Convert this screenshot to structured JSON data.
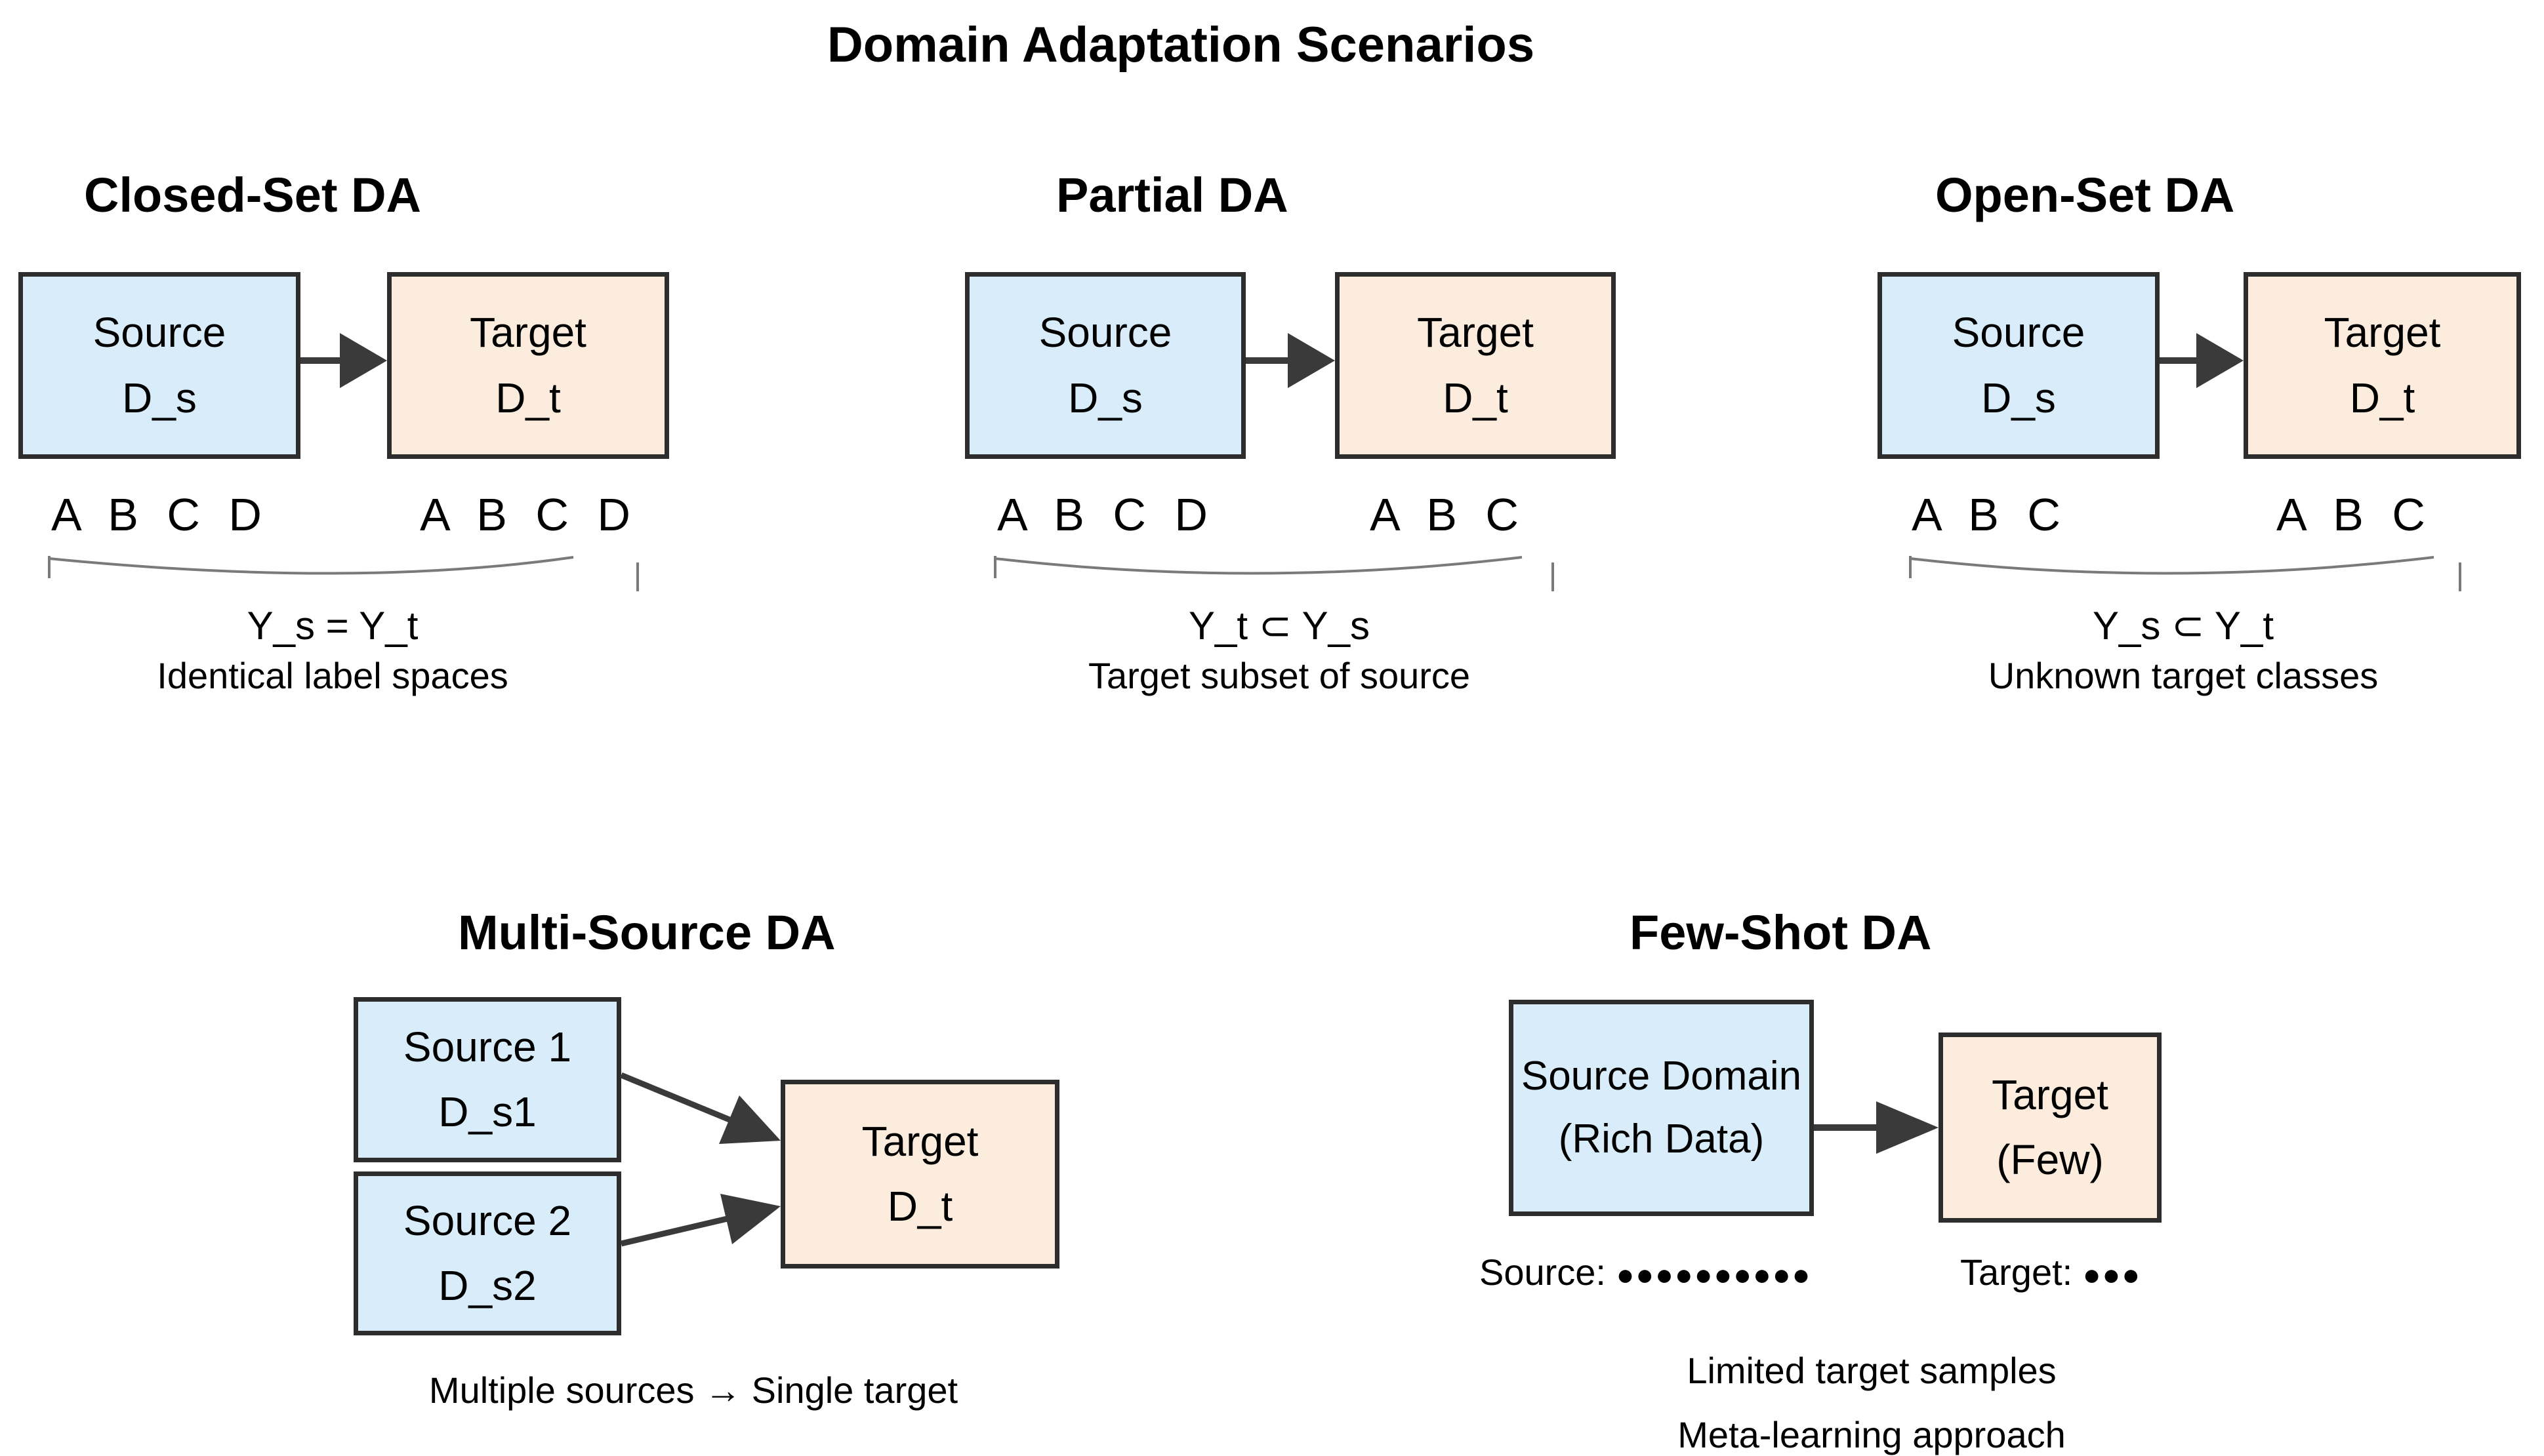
{
  "title": "Domain Adaptation Scenarios",
  "colors": {
    "source_box_fill": "#d8ecf9",
    "target_box_fill": "#fcecdd",
    "box_border": "#2d2d2d",
    "arrow": "#3a3a3a",
    "brace": "#7a7a7a",
    "text": "#000000",
    "background": "#ffffff"
  },
  "panels": {
    "closed_set": {
      "heading": "Closed-Set DA",
      "source": {
        "line1": "Source",
        "line2": "D_s"
      },
      "target": {
        "line1": "Target",
        "line2": "D_t"
      },
      "source_labels": "A B C D",
      "target_labels": "A B C D",
      "formula": "Y_s = Y_t",
      "caption": "Identical label spaces"
    },
    "partial": {
      "heading": "Partial DA",
      "source": {
        "line1": "Source",
        "line2": "D_s"
      },
      "target": {
        "line1": "Target",
        "line2": "D_t"
      },
      "source_labels": "A B C D",
      "target_labels": "A B C",
      "formula": "Y_t ⊂ Y_s",
      "caption": "Target subset of source"
    },
    "open_set": {
      "heading": "Open-Set DA",
      "source": {
        "line1": "Source",
        "line2": "D_s"
      },
      "target": {
        "line1": "Target",
        "line2": "D_t"
      },
      "source_labels": "A B C",
      "target_labels": "A B C",
      "formula": "Y_s ⊂ Y_t",
      "caption": "Unknown target classes"
    },
    "multi_source": {
      "heading": "Multi-Source DA",
      "source1": {
        "line1": "Source 1",
        "line2": "D_s1"
      },
      "source2": {
        "line1": "Source 2",
        "line2": "D_s2"
      },
      "target": {
        "line1": "Target",
        "line2": "D_t"
      },
      "caption": "Multiple sources → Single target"
    },
    "few_shot": {
      "heading": "Few-Shot DA",
      "source": {
        "line1": "Source Domain",
        "line2": "(Rich Data)"
      },
      "target": {
        "line1": "Target",
        "line2": "(Few)"
      },
      "source_samples_label": "Source:",
      "source_samples_dots": "●●●●●●●●●●",
      "target_samples_label": "Target:",
      "target_samples_dots": "●●●",
      "caption_line1": "Limited target samples",
      "caption_line2": "Meta-learning approach"
    }
  }
}
